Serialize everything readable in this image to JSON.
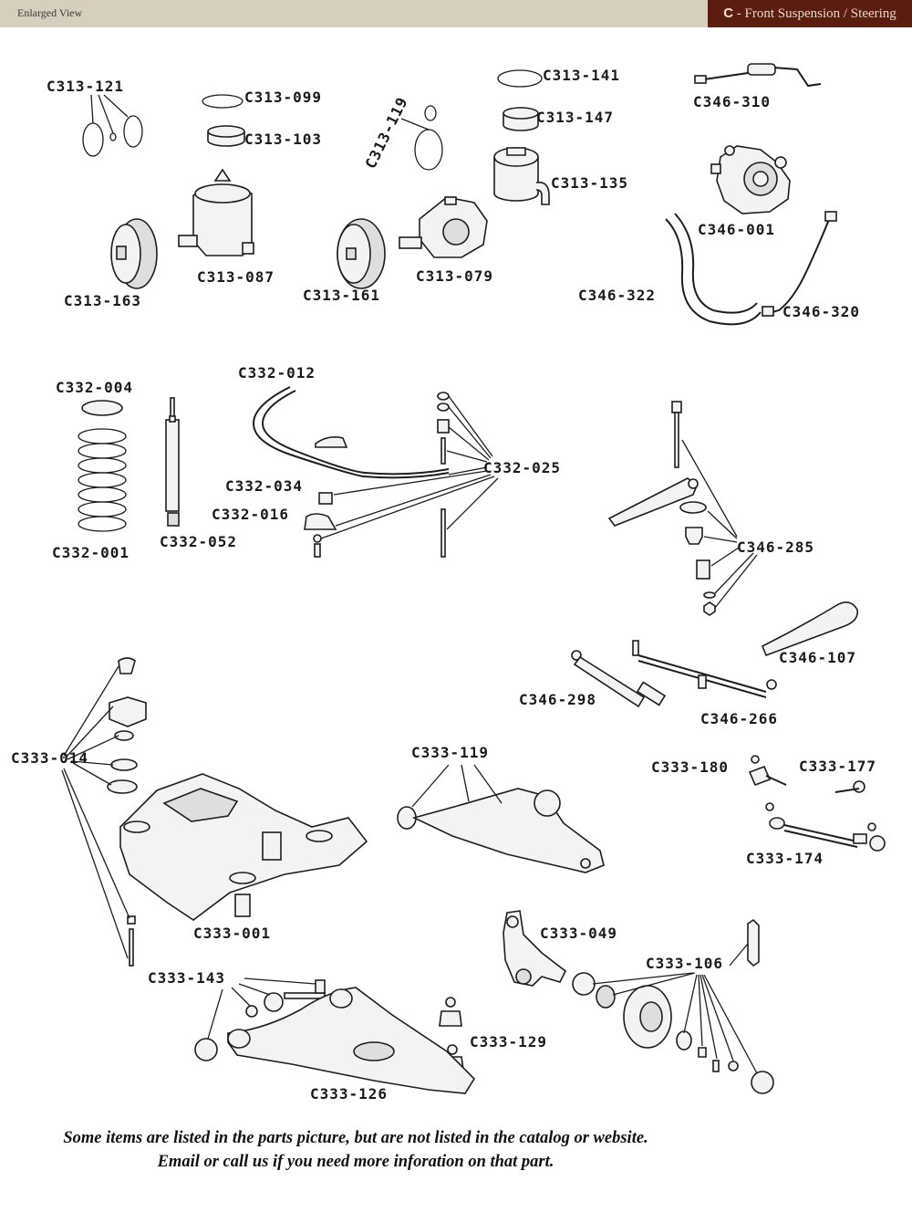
{
  "header": {
    "left_label": "Enlarged View",
    "section_letter": "C",
    "section_title": "- Front Suspension / Steering",
    "colors": {
      "header_bg": "#d6cfbd",
      "section_bg": "#5a1d10"
    }
  },
  "parts": [
    {
      "id": "C313-121"
    },
    {
      "id": "C313-099"
    },
    {
      "id": "C313-103"
    },
    {
      "id": "C313-119"
    },
    {
      "id": "C313-141"
    },
    {
      "id": "C313-147"
    },
    {
      "id": "C313-135"
    },
    {
      "id": "C346-310"
    },
    {
      "id": "C346-001"
    },
    {
      "id": "C313-163"
    },
    {
      "id": "C313-087"
    },
    {
      "id": "C313-161"
    },
    {
      "id": "C313-079"
    },
    {
      "id": "C346-322"
    },
    {
      "id": "C346-320"
    },
    {
      "id": "C332-004"
    },
    {
      "id": "C332-012"
    },
    {
      "id": "C332-025"
    },
    {
      "id": "C332-034"
    },
    {
      "id": "C332-016"
    },
    {
      "id": "C332-001"
    },
    {
      "id": "C332-052"
    },
    {
      "id": "C346-285"
    },
    {
      "id": "C346-107"
    },
    {
      "id": "C346-298"
    },
    {
      "id": "C346-266"
    },
    {
      "id": "C333-119"
    },
    {
      "id": "C333-180"
    },
    {
      "id": "C333-177"
    },
    {
      "id": "C333-174"
    },
    {
      "id": "C333-014"
    },
    {
      "id": "C333-001"
    },
    {
      "id": "C333-049"
    },
    {
      "id": "C333-106"
    },
    {
      "id": "C333-143"
    },
    {
      "id": "C333-129"
    },
    {
      "id": "C333-126"
    }
  ],
  "footnote": {
    "line1": "Some items are listed in the parts picture, but are not listed in the catalog or website.",
    "line2": "Email or call us if you need more inforation on that part."
  }
}
